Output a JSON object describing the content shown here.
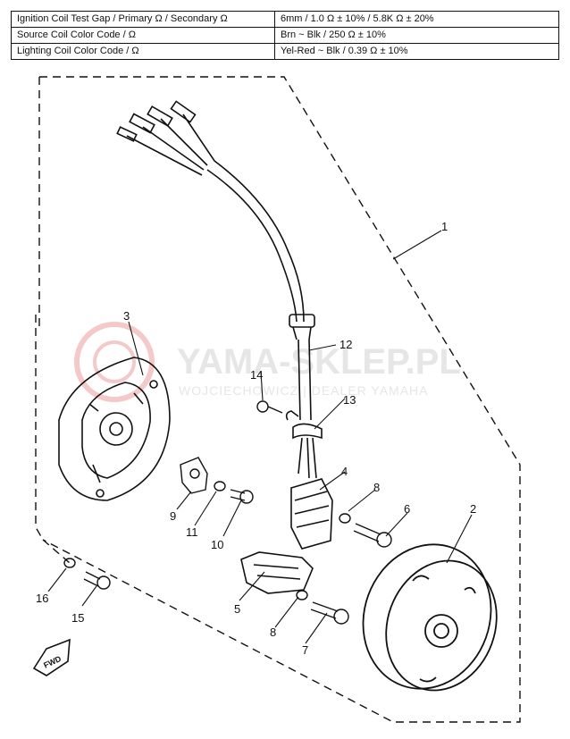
{
  "spec_table": {
    "rows": [
      {
        "label": "Ignition Coil Test Gap / Primary Ω / Secondary Ω",
        "value": "6mm / 1.0 Ω ± 10% / 5.8K Ω ± 20%"
      },
      {
        "label": "Source Coil Color Code / Ω",
        "value": "Brn ~ Blk / 250 Ω ± 10%"
      },
      {
        "label": "Lighting Coil Color Code / Ω",
        "value": "Yel-Red ~ Blk / 0.39 Ω ± 10%"
      }
    ]
  },
  "watermark": {
    "main": "YAMA-SKLEP.PL",
    "sub": "WOJCIECHOWICZ | DEALER YAMAHA",
    "color": "#e8e8e8",
    "logo_color": "#f3c9c9"
  },
  "callouts": {
    "n1": "1",
    "n2": "2",
    "n3": "3",
    "n4": "4",
    "n5": "5",
    "n6": "6",
    "n7": "7",
    "n8a": "8",
    "n8b": "8",
    "n9": "9",
    "n10": "10",
    "n11": "11",
    "n12": "12",
    "n13": "13",
    "n14": "14",
    "n15": "15",
    "n16": "16"
  },
  "fwd_label": "FWD"
}
